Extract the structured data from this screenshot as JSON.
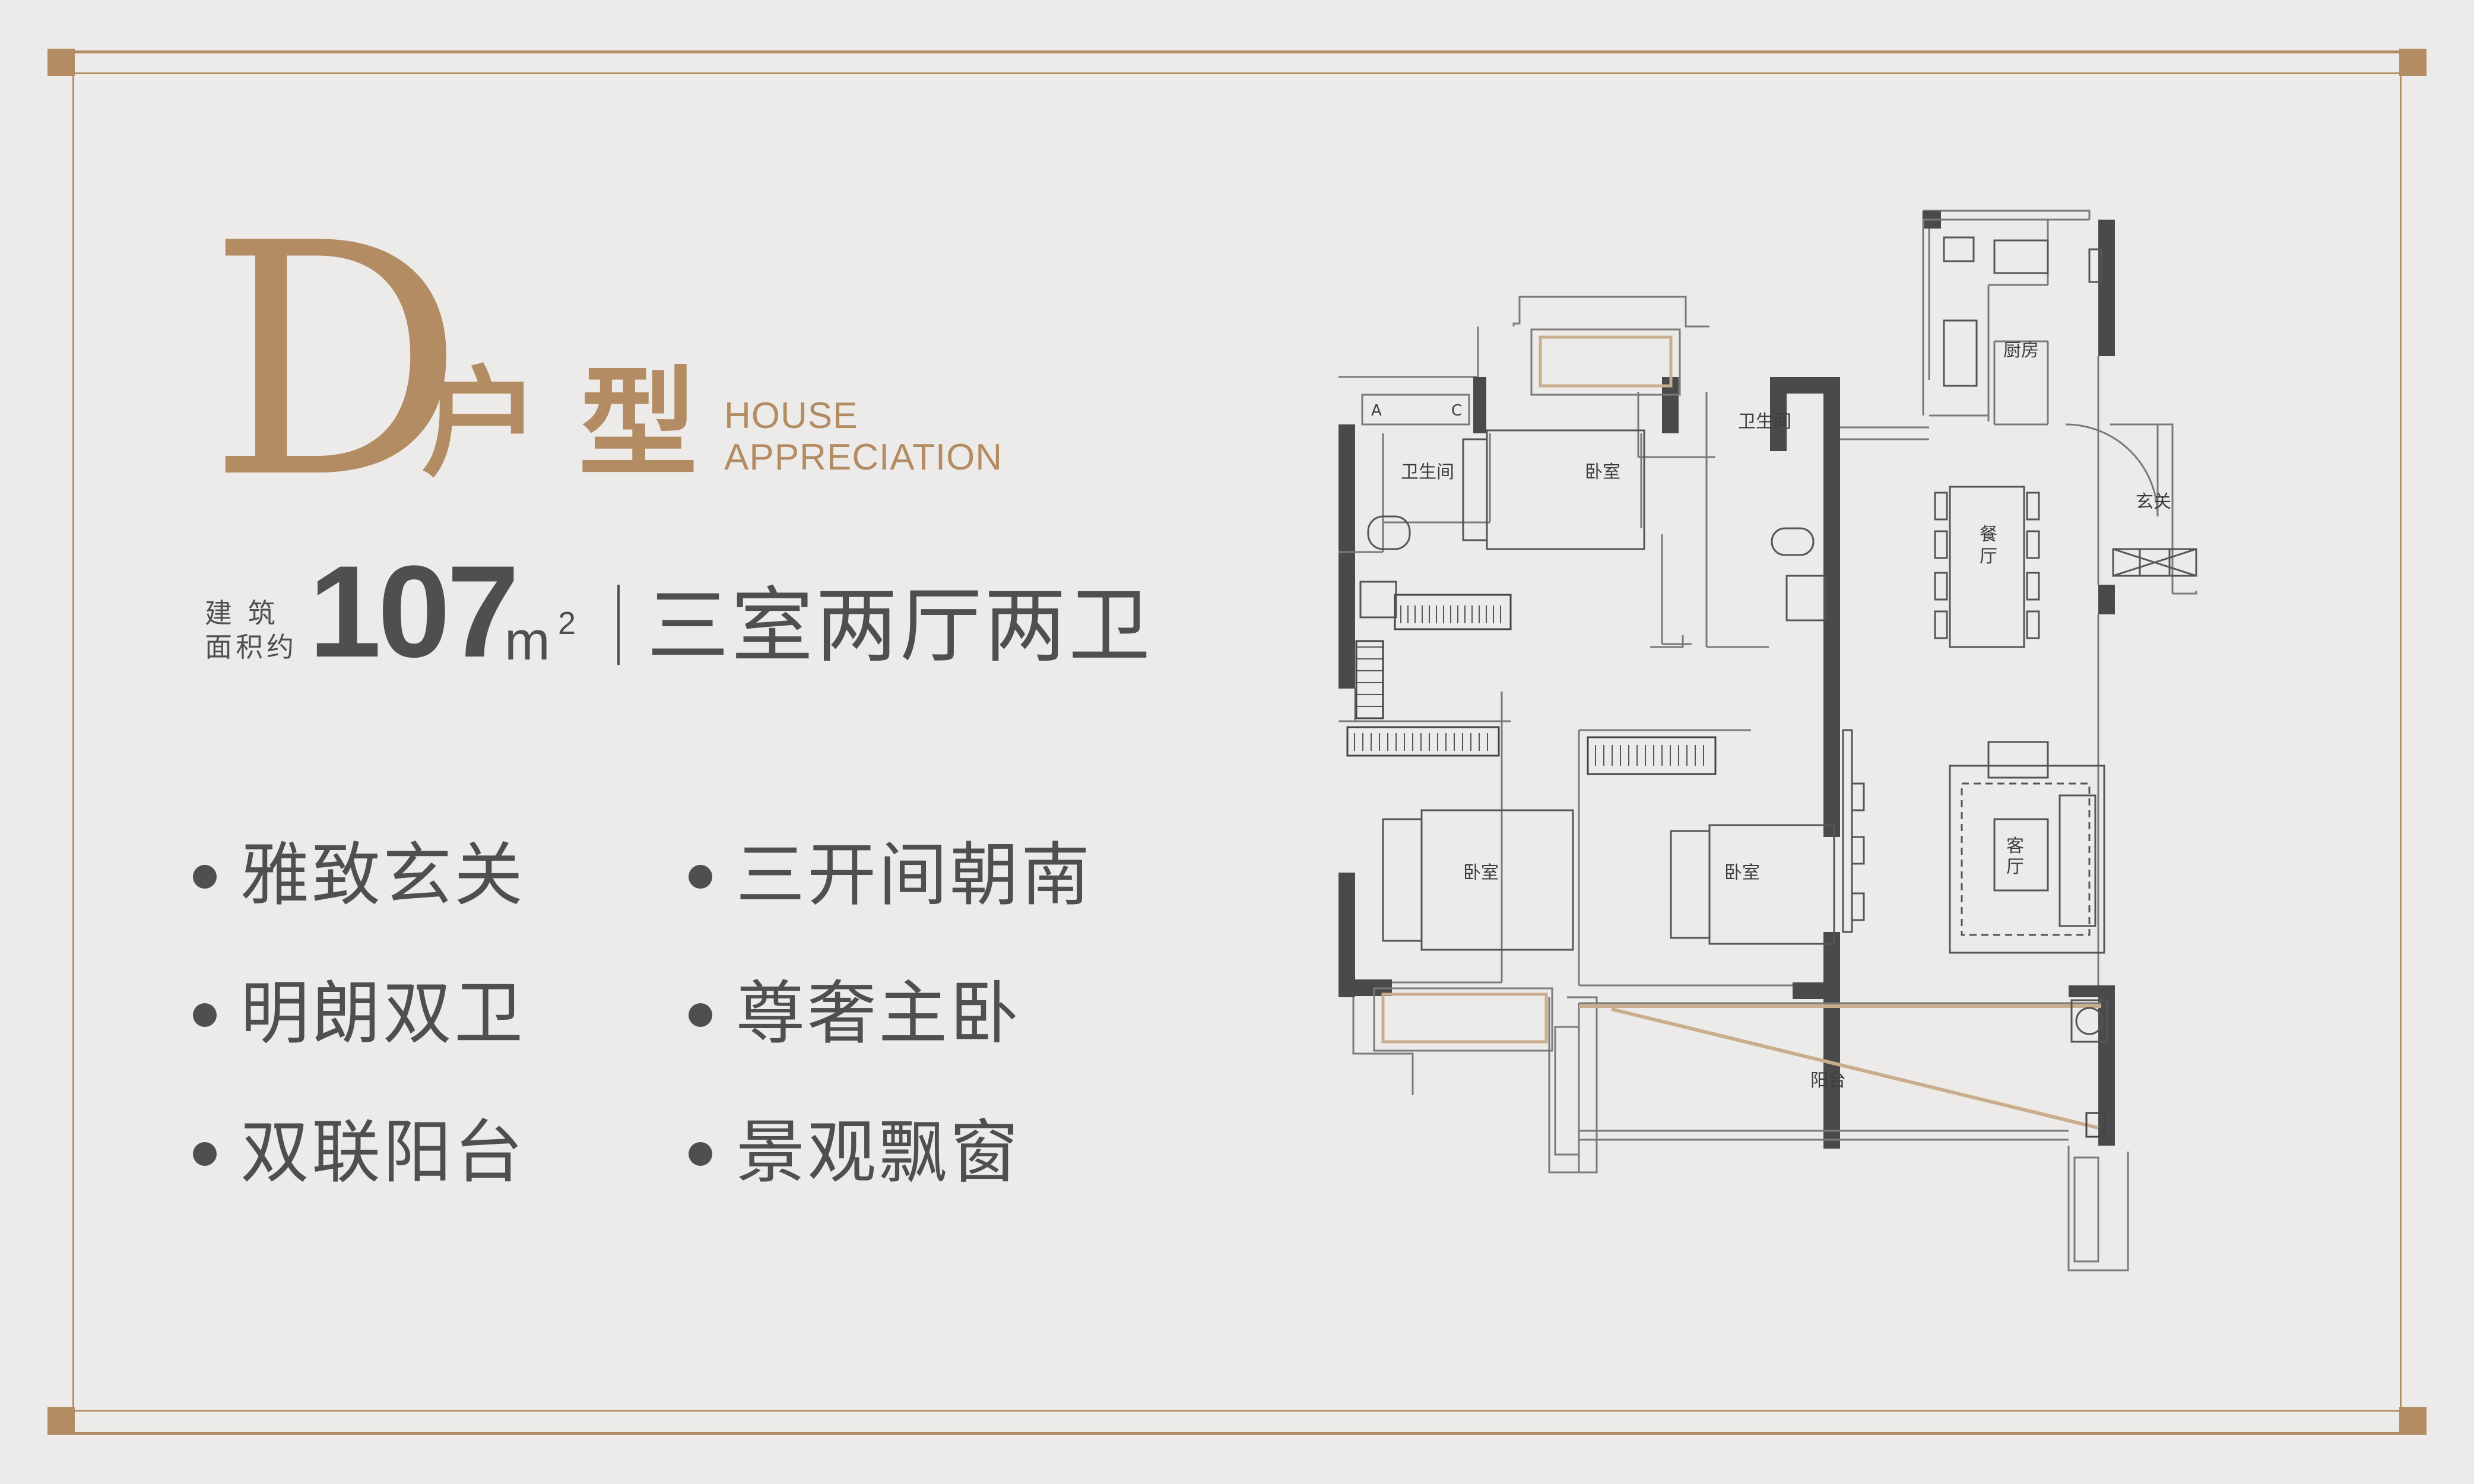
{
  "accent_color": "#b48c64",
  "text_color": "#4f4f4f",
  "header": {
    "type_letter": "D",
    "type_word_1": "户",
    "type_word_2": "型",
    "english_line_1": "HOUSE",
    "english_line_2": "APPRECIATION"
  },
  "area": {
    "label_line_1": "建  筑",
    "label_line_2": "面积约",
    "value": "107",
    "unit": "m",
    "unit_sup": "2",
    "layout": "三室两厅两卫"
  },
  "features": [
    {
      "label": "雅致玄关"
    },
    {
      "label": "三开间朝南"
    },
    {
      "label": "明朗双卫"
    },
    {
      "label": "尊奢主卧"
    },
    {
      "label": "双联阳台"
    },
    {
      "label": "景观飘窗"
    }
  ],
  "floor_plan": {
    "kitchen": "厨房",
    "entrance": "玄关",
    "dining": "餐厅",
    "living": "客厅",
    "bathroom_left": "卫生间",
    "bathroom_right": "卫生间",
    "bedroom_master": "卧室",
    "bedroom_left": "卧室",
    "bedroom_mid": "卧室",
    "balcony": "阳台",
    "ac_label_a": "A",
    "ac_label_c": "C",
    "dining_chars": [
      "餐",
      "厅"
    ],
    "living_chars": [
      "客",
      "厅"
    ]
  }
}
